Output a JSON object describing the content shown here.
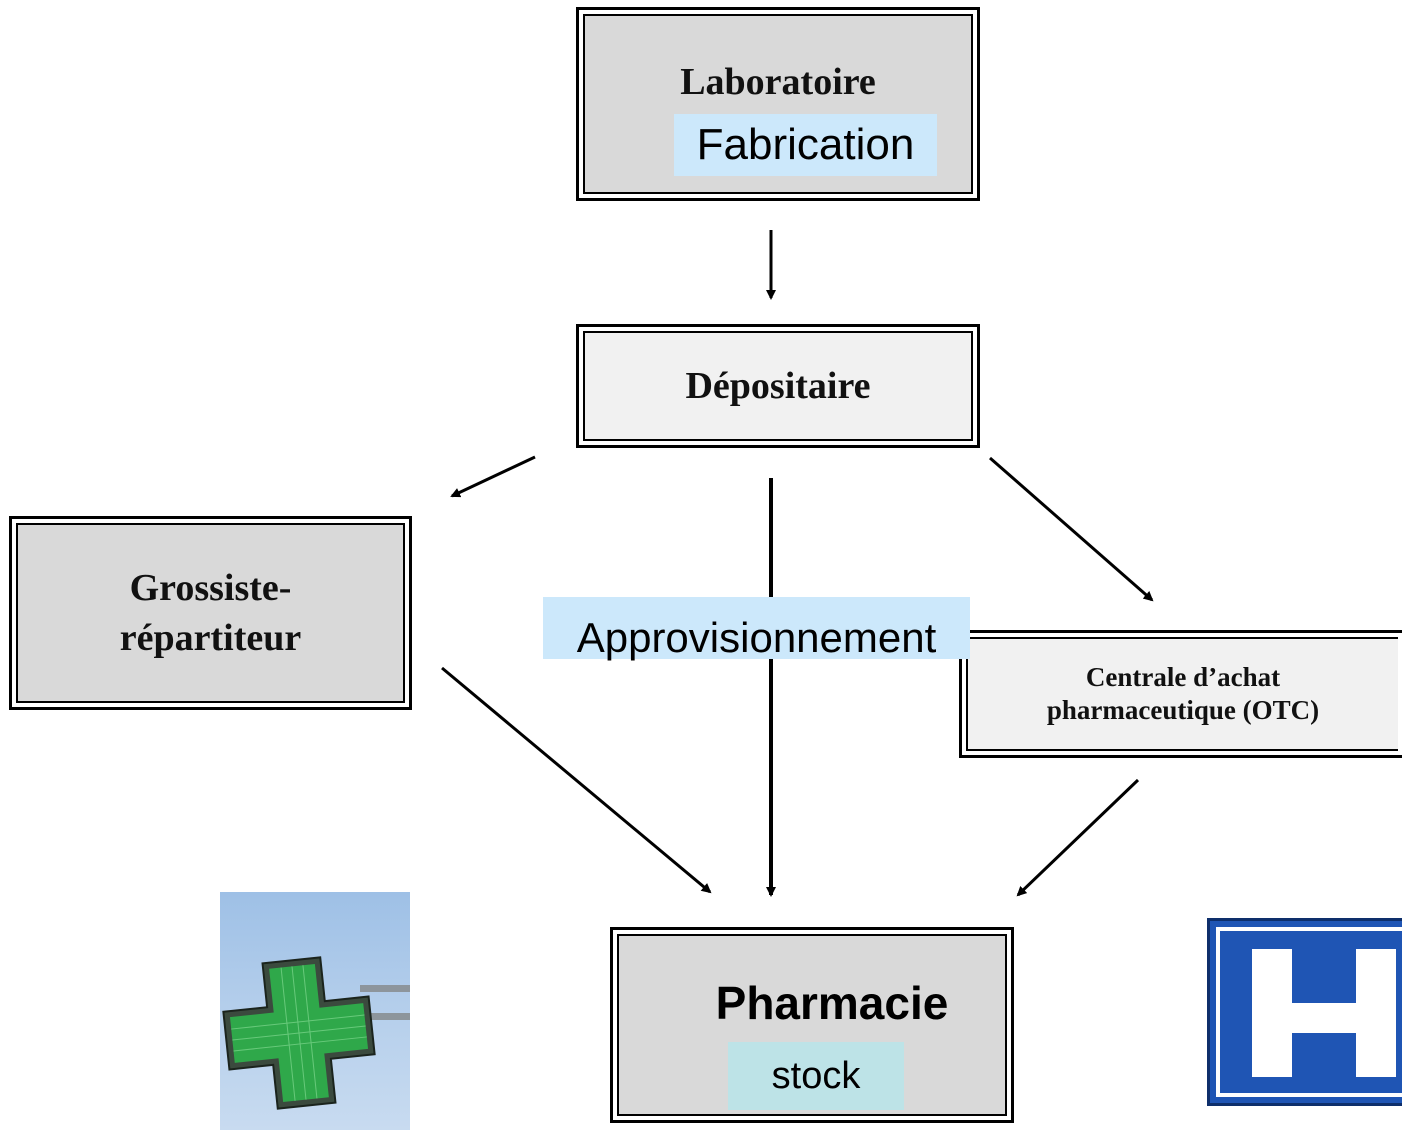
{
  "nodes": {
    "laboratoire": {
      "title": "Laboratoire",
      "subtitle": "Fabrication"
    },
    "depositaire": {
      "title": "Dépositaire"
    },
    "grossiste": {
      "title_line1": "Grossiste-",
      "title_line2": "répartiteur"
    },
    "centrale": {
      "title_line1": "Centrale d’achat",
      "title_line2": "pharmaceutique (OTC)"
    },
    "pharmacie": {
      "title": "Pharmacie",
      "subtitle": "stock"
    }
  },
  "edge_labels": {
    "approvisionnement": "Approvisionnement"
  },
  "images": {
    "pharmacy_sign": "green-pharmacy-cross-icon",
    "hospital_sign": "hospital-h-sign-icon"
  },
  "colors": {
    "box_grey": "#d9d9d9",
    "box_light": "#f1f1f1",
    "highlight_blue": "#cce8fb",
    "highlight_teal": "#bde3e7",
    "cross_green": "#2fa84a",
    "hospital_blue": "#1f55b4"
  }
}
